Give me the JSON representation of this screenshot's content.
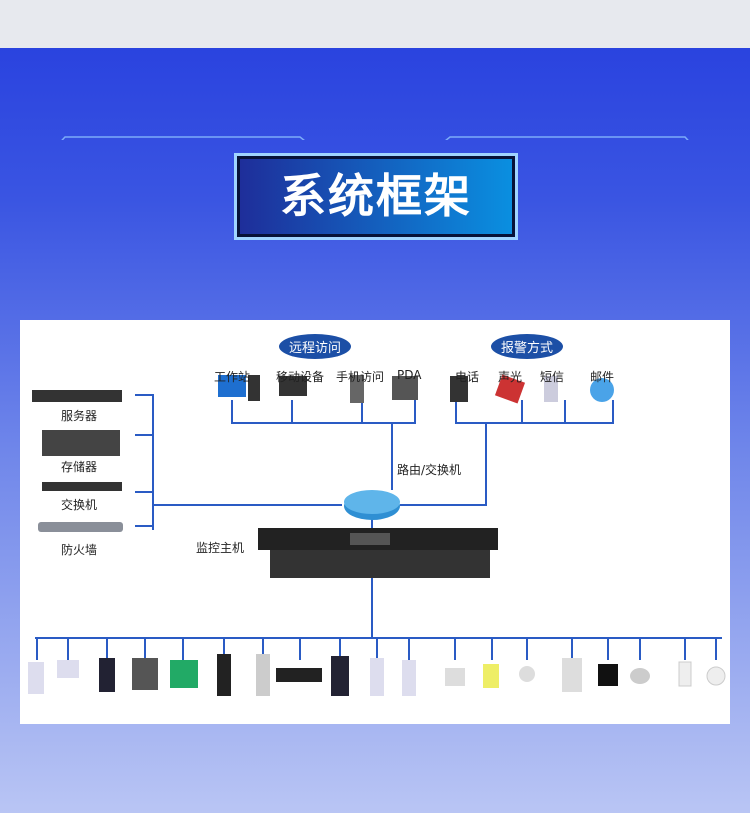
{
  "title": "系统框架",
  "groups": {
    "remote": "远程访问",
    "alarm": "报警方式"
  },
  "remote_items": [
    "工作站",
    "移动设备",
    "手机访问",
    "PDA"
  ],
  "alarm_items": [
    "电话",
    "声光",
    "短信",
    "邮件"
  ],
  "left_items": [
    "服务器",
    "存储器",
    "交换机",
    "防火墙"
  ],
  "router_label": "路由/交换机",
  "host_label": "监控主机",
  "colors": {
    "line": "#2a5bc4",
    "pill": "#1c4fa6"
  }
}
